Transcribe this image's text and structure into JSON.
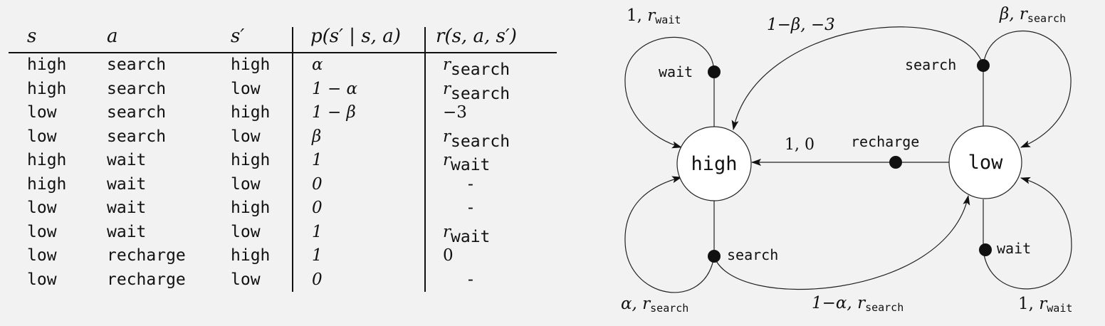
{
  "table": {
    "headers": {
      "s": "s",
      "a": "a",
      "s_prime": "s′",
      "p": "p(s′ | s, a)",
      "r": "r(s, a, s′)"
    },
    "rows": [
      {
        "s": "high",
        "a": "search",
        "sp": "high",
        "p": "α",
        "r": "r",
        "r_sub": "search"
      },
      {
        "s": "high",
        "a": "search",
        "sp": "low",
        "p": "1 − α",
        "r": "r",
        "r_sub": "search"
      },
      {
        "s": "low",
        "a": "search",
        "sp": "high",
        "p": "1 − β",
        "r": "−3",
        "r_sub": ""
      },
      {
        "s": "low",
        "a": "search",
        "sp": "low",
        "p": "β",
        "r": "r",
        "r_sub": "search"
      },
      {
        "s": "high",
        "a": "wait",
        "sp": "high",
        "p": "1",
        "r": "r",
        "r_sub": "wait"
      },
      {
        "s": "high",
        "a": "wait",
        "sp": "low",
        "p": "0",
        "r": "-",
        "r_sub": ""
      },
      {
        "s": "low",
        "a": "wait",
        "sp": "high",
        "p": "0",
        "r": "-",
        "r_sub": ""
      },
      {
        "s": "low",
        "a": "wait",
        "sp": "low",
        "p": "1",
        "r": "r",
        "r_sub": "wait"
      },
      {
        "s": "low",
        "a": "recharge",
        "sp": "high",
        "p": "1",
        "r": "0",
        "r_sub": ""
      },
      {
        "s": "low",
        "a": "recharge",
        "sp": "low",
        "p": "0",
        "r": "-",
        "r_sub": ""
      }
    ]
  },
  "graph": {
    "states": {
      "high": "high",
      "low": "low"
    },
    "actions": {
      "wait_high": "wait",
      "search_high": "search",
      "search_low": "search",
      "wait_low": "wait",
      "recharge": "recharge"
    },
    "edge_labels": {
      "high_wait": {
        "main": "1, ",
        "r": "r",
        "sub": "wait"
      },
      "high_search_self": {
        "main": "α, ",
        "r": "r",
        "sub": "search"
      },
      "high_search_low": {
        "main": "1−α, ",
        "r": "r",
        "sub": "search"
      },
      "low_search_self": {
        "main": "β, ",
        "r": "r",
        "sub": "search"
      },
      "low_search_high": {
        "main": "1−β, −3"
      },
      "low_wait": {
        "main": "1, ",
        "r": "r",
        "sub": "wait"
      },
      "recharge": {
        "main": "1, 0"
      }
    }
  }
}
